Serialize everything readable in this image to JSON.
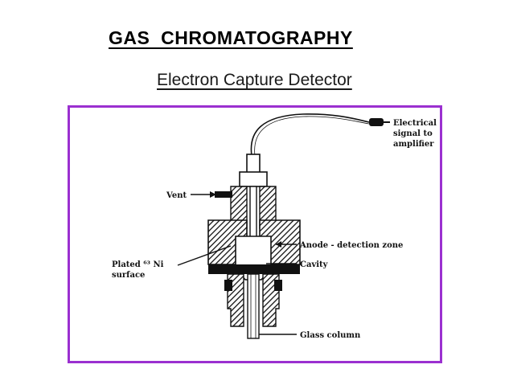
{
  "slide": {
    "title": "GAS  CHROMATOGRAPHY",
    "subtitle": "Electron Capture Detector"
  },
  "diagram": {
    "labels": {
      "electrical_line1": "Electrical",
      "electrical_line2": "signal to",
      "electrical_line3": "amplifier",
      "vent": "Vent",
      "anode": "Anode - detection zone",
      "plated_line1": "Plated ⁶³ Ni",
      "plated_line2": "surface",
      "cavity": "Cavity",
      "glass_column": "Glass column"
    },
    "colors": {
      "frame": "#9b30d0",
      "ink": "#111111"
    }
  }
}
